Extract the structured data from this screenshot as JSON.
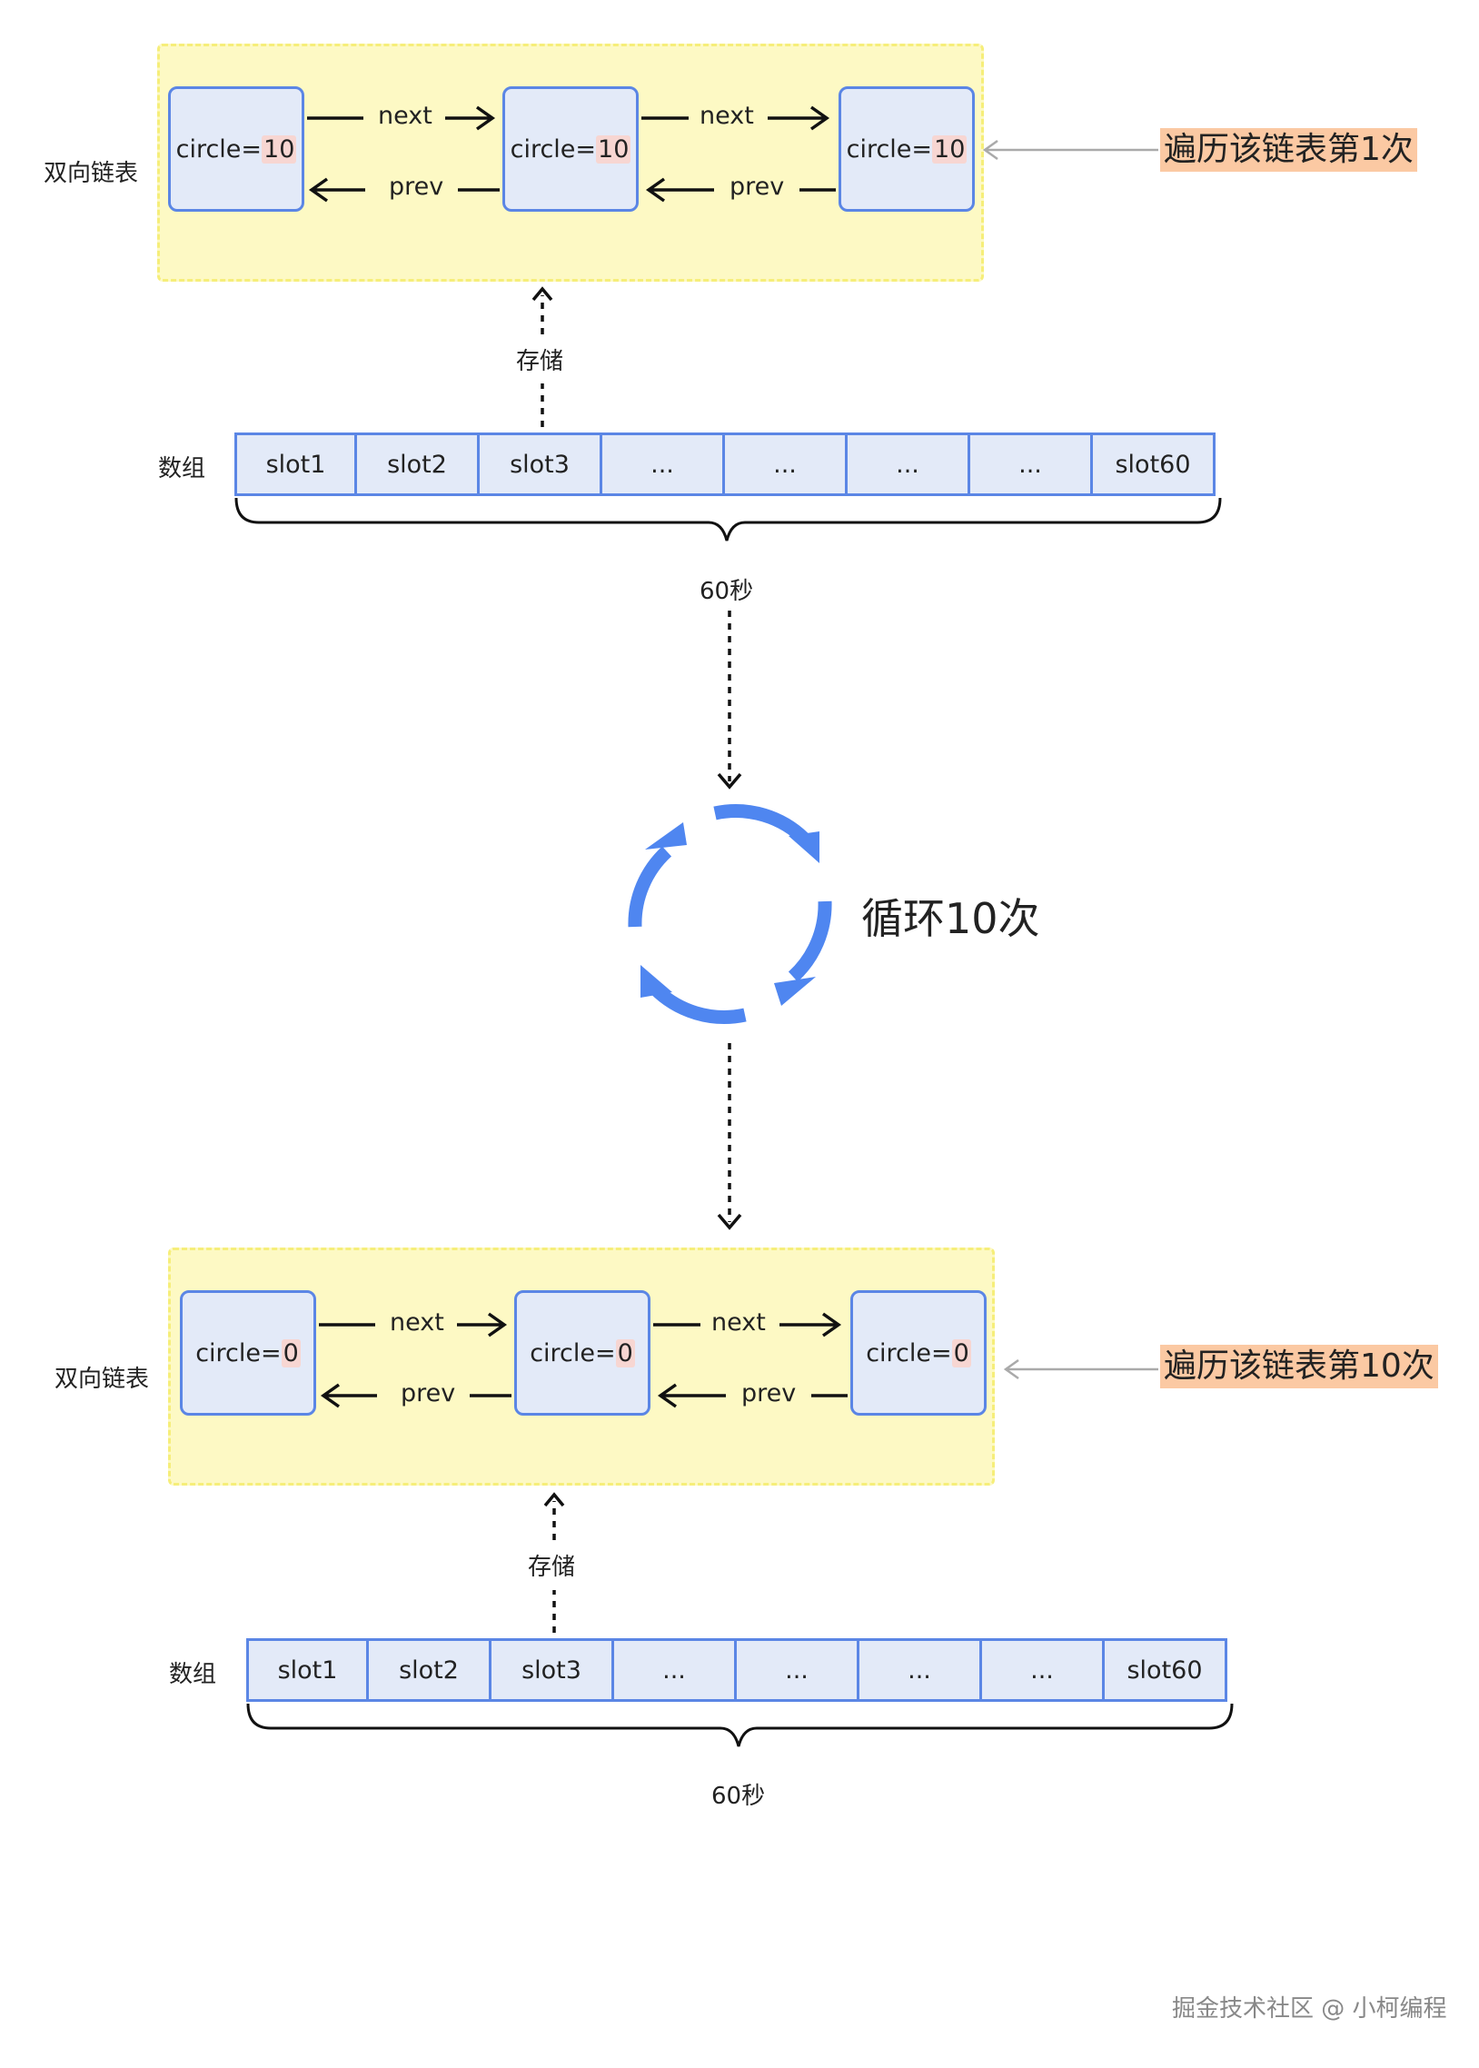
{
  "top": {
    "side_label": "双向链表",
    "nodes": [
      {
        "prefix": "circle=",
        "value": "10"
      },
      {
        "prefix": "circle=",
        "value": "10"
      },
      {
        "prefix": "circle=",
        "value": "10"
      }
    ],
    "next_label": "next",
    "prev_label": "prev",
    "store_label": "存储",
    "array_label": "数组",
    "slots": [
      "slot1",
      "slot2",
      "slot3",
      "...",
      "...",
      "...",
      "...",
      "slot60"
    ],
    "span_label": "60秒",
    "badge": "遍历该链表第1次"
  },
  "loop_label": "循环10次",
  "bottom": {
    "side_label": "双向链表",
    "nodes": [
      {
        "prefix": "circle=",
        "value": "0"
      },
      {
        "prefix": "circle=",
        "value": "0"
      },
      {
        "prefix": "circle=",
        "value": "0"
      }
    ],
    "next_label": "next",
    "prev_label": "prev",
    "store_label": "存储",
    "array_label": "数组",
    "slots": [
      "slot1",
      "slot2",
      "slot3",
      "...",
      "...",
      "...",
      "...",
      "slot60"
    ],
    "span_label": "60秒",
    "badge": "遍历该链表第10次"
  },
  "watermark": "掘金技术社区 @ 小柯编程",
  "colors": {
    "node_fill": "#e3eaf8",
    "node_border": "#5b86e5",
    "panel_fill": "#fdf9c4",
    "badge_fill": "#fbc9a3",
    "loop_arrows": "#4f86f0"
  }
}
